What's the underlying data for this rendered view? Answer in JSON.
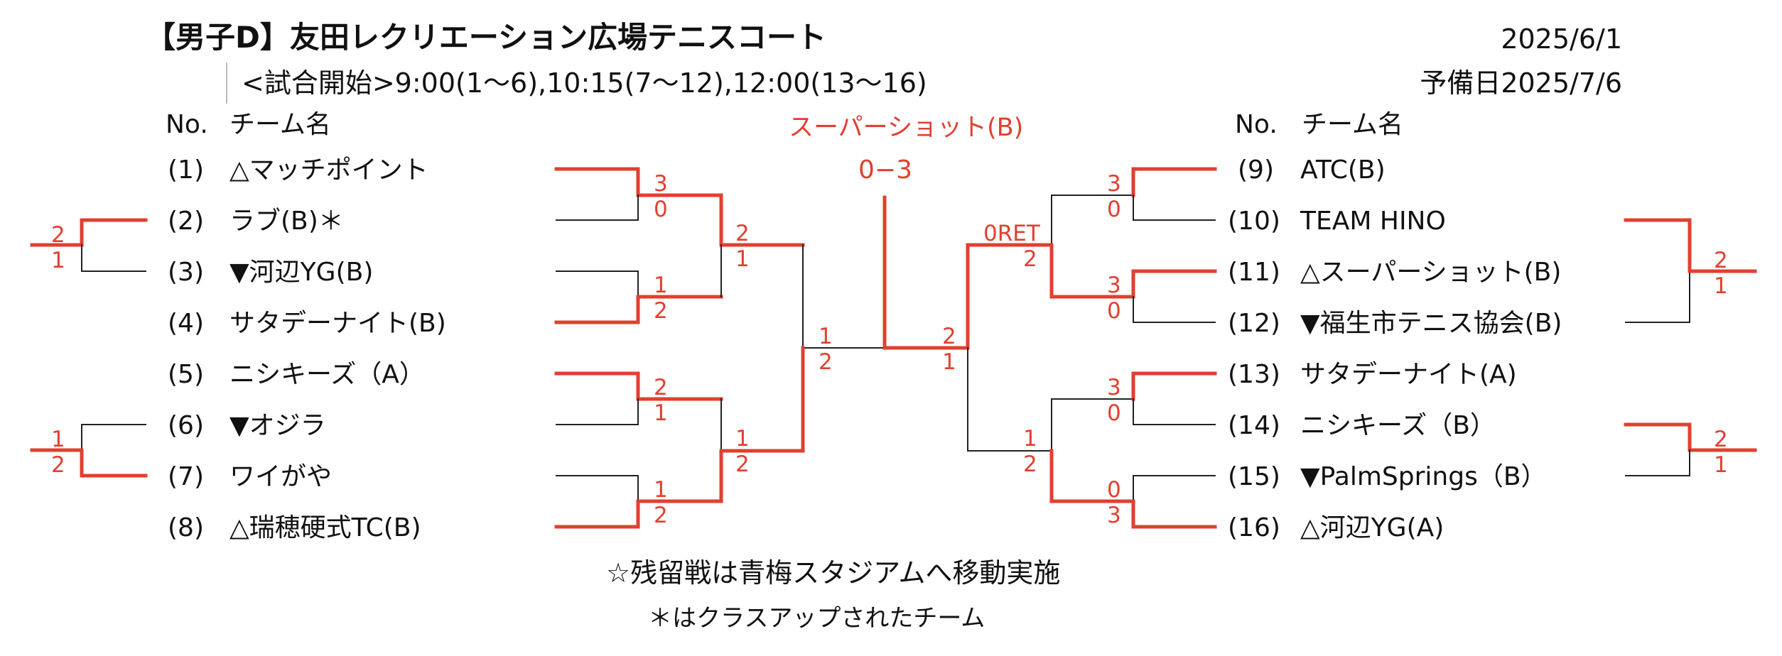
{
  "header": {
    "title": "【男子D】友田レクリエーション広場テニスコート",
    "subtitle": "<試合開始>9:00(1～6),10:15(7～12),12:00(13～16)",
    "date": "2025/6/1",
    "reserve_date": "予備日2025/7/6"
  },
  "columns": {
    "left": {
      "no": "No.",
      "team": "チーム名"
    },
    "right": {
      "no": "No.",
      "team": "チーム名"
    }
  },
  "teams_left": [
    {
      "no": "(1)",
      "name": "△マッチポイント"
    },
    {
      "no": "(2)",
      "name": "ラブ(B)＊"
    },
    {
      "no": "(3)",
      "name": "▼河辺YG(B)"
    },
    {
      "no": "(4)",
      "name": "サタデーナイト(B)"
    },
    {
      "no": "(5)",
      "name": "ニシキーズ（A）"
    },
    {
      "no": "(6)",
      "name": "▼オジラ"
    },
    {
      "no": "(7)",
      "name": "ワイがや"
    },
    {
      "no": "(8)",
      "name": "△瑞穂硬式TC(B)"
    }
  ],
  "teams_right": [
    {
      "no": "(9)",
      "name": "ATC(B)"
    },
    {
      "no": "(10)",
      "name": "TEAM HINO"
    },
    {
      "no": "(11)",
      "name": "△スーパーショット(B)"
    },
    {
      "no": "(12)",
      "name": "▼福生市テニス協会(B)"
    },
    {
      "no": "(13)",
      "name": "サタデーナイト(A)"
    },
    {
      "no": "(14)",
      "name": "ニシキーズ（B）"
    },
    {
      "no": "(15)",
      "name": "▼PalmSprings（B）"
    },
    {
      "no": "(16)",
      "name": "△河辺YG(A)"
    }
  ],
  "scores": {
    "left_pre_top": [
      "2",
      "1"
    ],
    "left_pre_bottom": [
      "1",
      "2"
    ],
    "r1_m1": [
      "3",
      "0"
    ],
    "r1_m2": [
      "1",
      "2"
    ],
    "r1_m3": [
      "2",
      "1"
    ],
    "r1_m4": [
      "1",
      "2"
    ],
    "sf_left_top": [
      "2",
      "1"
    ],
    "sf_left_bottom": [
      "1",
      "2"
    ],
    "left_final": [
      "1",
      "2"
    ],
    "right_final": [
      "2",
      "1"
    ],
    "r1_m5": [
      "3",
      "0"
    ],
    "r1_m6": [
      "3",
      "0"
    ],
    "r1_m7": [
      "3",
      "0"
    ],
    "r1_m8": [
      "0",
      "3"
    ],
    "sf_right_top": [
      "0RET",
      "2"
    ],
    "sf_right_bottom": [
      "1",
      "2"
    ],
    "right_pre_top": [
      "2",
      "1"
    ],
    "right_pre_bottom": [
      "2",
      "1"
    ]
  },
  "champion": {
    "name": "スーパーショット(B)",
    "score": "0−3"
  },
  "notes": {
    "note1": "☆残留戦は青梅スタジアムへ移動実施",
    "note2": "＊はクラスアップされたチーム"
  },
  "colors": {
    "win_line": "#e04030",
    "lose_line": "#222222",
    "score_text": "#e04030"
  }
}
